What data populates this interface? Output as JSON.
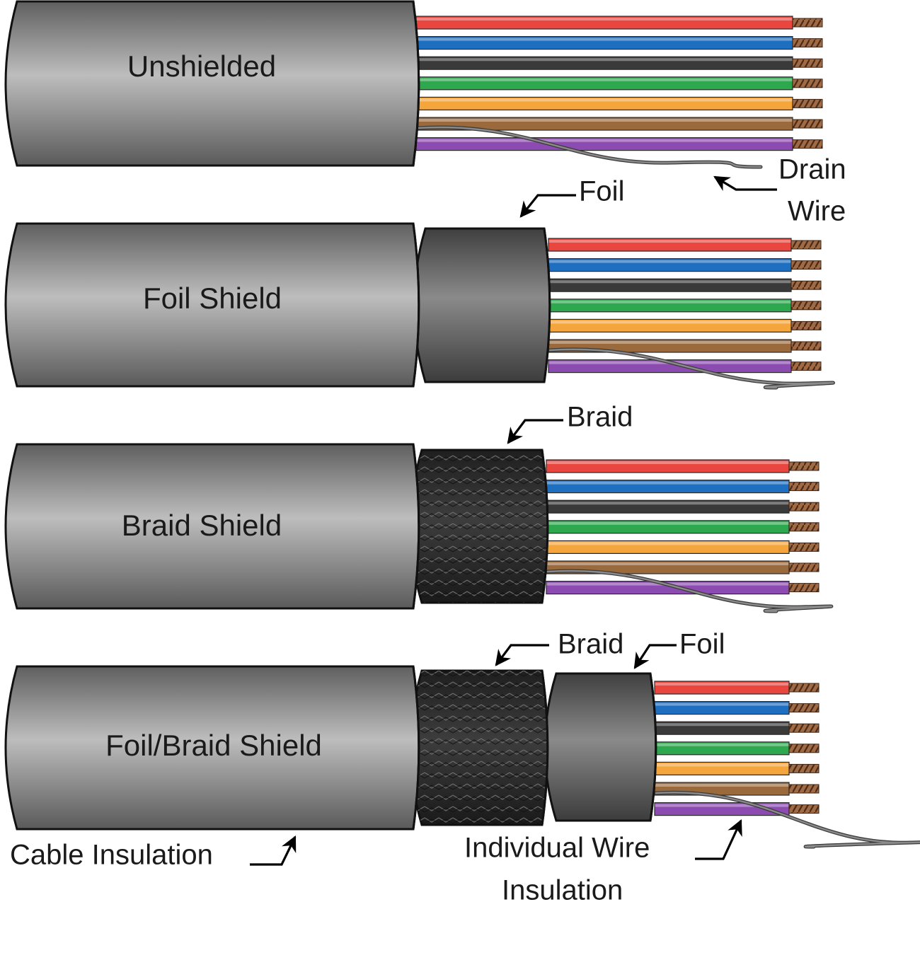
{
  "cables": [
    {
      "label": "Unshielded",
      "shields": []
    },
    {
      "label": "Foil Shield",
      "shields": [
        "foil"
      ]
    },
    {
      "label": "Braid Shield",
      "shields": [
        "braid"
      ]
    },
    {
      "label": "Foil/Braid Shield",
      "shields": [
        "braid",
        "foil"
      ]
    }
  ],
  "callouts": {
    "drain_wire_1": "Drain",
    "drain_wire_2": "Wire",
    "foil_1": "Foil",
    "braid_1": "Braid",
    "braid_2": "Braid",
    "foil_2": "Foil",
    "cable_insulation": "Cable Insulation",
    "individual_wire_1": "Individual Wire",
    "individual_wire_2": "Insulation"
  },
  "wire_colors": [
    "#e8463f",
    "#1f6fc0",
    "#3a3a3a",
    "#2ea84f",
    "#f4a53b",
    "#9a6a3c",
    "#8c4bb0"
  ],
  "wire_color_names": [
    "red",
    "blue",
    "black",
    "green",
    "orange",
    "brown",
    "purple"
  ],
  "colors": {
    "jacket": "#8a8a8a",
    "foil": "#6e6e6e",
    "braid": "#2c2c2c",
    "copper": "#8b5a3a",
    "drain": "#777777"
  }
}
